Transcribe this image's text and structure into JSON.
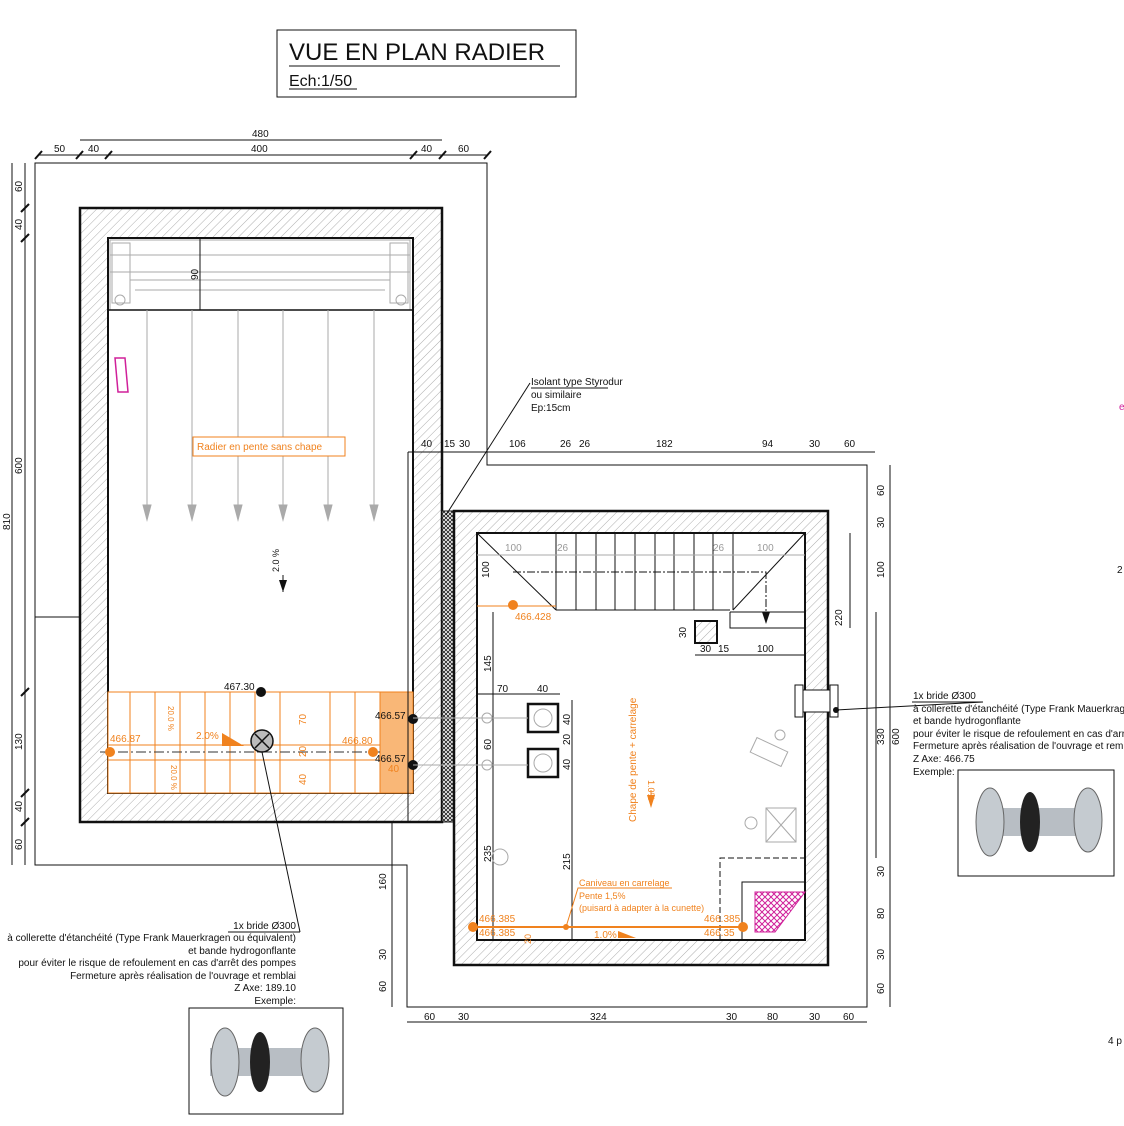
{
  "title": {
    "main": "VUE EN PLAN RADIER",
    "scale": "Ech:1/50"
  },
  "dims_top_left": {
    "total": "480",
    "parts": [
      "50",
      "40",
      "400",
      "40",
      "60"
    ]
  },
  "dims_left": {
    "total": "810",
    "parts": [
      "60",
      "40",
      "600",
      "130",
      "40",
      "60"
    ]
  },
  "dims_right_top": [
    "40",
    "15",
    "30",
    "106",
    "26",
    "26",
    "182",
    "94",
    "30",
    "60"
  ],
  "dims_right_side": [
    "60",
    "30",
    "100",
    "220",
    "330",
    "600",
    "30",
    "80",
    "30",
    "60"
  ],
  "dims_bottom": [
    "60",
    "30",
    "324",
    "30",
    "80",
    "30",
    "60"
  ],
  "dims_left_of_right": [
    "160",
    "30",
    "60"
  ],
  "dims_inner": {
    "pump_depth": "90",
    "stair_left": "100",
    "stair_26a": "26",
    "stair_26b": "26",
    "stair_right": "100",
    "stair_h": "100",
    "col_30v": "30",
    "col_30h": "30",
    "col_15": "15",
    "col_100": "100",
    "d145": "145",
    "d70": "70",
    "d40": "40",
    "d60": "60",
    "d40a": "40",
    "d20": "20",
    "d40b": "40",
    "d235": "235",
    "d215": "215",
    "d20b": "20",
    "sump70": "70",
    "sump20": "20",
    "sump40": "40",
    "sump40b": "40"
  },
  "levels": {
    "l467_30": "467.30",
    "l466_87": "466.87",
    "l466_80": "466.80",
    "l466_57a": "466.57",
    "l466_57b": "466.57",
    "l466_428": "466.428",
    "l466_385a": "466.385",
    "l466_385b": "466.385",
    "l466_385c": "466.385",
    "l466_35": "466.35"
  },
  "slopes": {
    "s20_left": "2.0 %",
    "s2_0": "2.0%",
    "s20a": "20.0 %",
    "s20b": "20.0 %",
    "s1_0": "1.0%",
    "chape_slope": "1.0%"
  },
  "labels": {
    "radier": "Radier en pente sans chape",
    "chape": "Chape de pente + carrelage",
    "caniveau": "Caniveau en carrelage",
    "pente": "Pente 1,5%",
    "puisard": "(puisard à adapter à la cunette)",
    "isolant": [
      "Isolant type Styrodur",
      "ou similaire",
      "Ep:15cm"
    ]
  },
  "note_left": {
    "title": "1x bride Ø300",
    "lines": [
      "à collerette d'étanchéité (Type Frank Mauerkragen ou équivalent)",
      "et bande hydrogonflante",
      "pour éviter le risque de refoulement en cas d'arrêt des pompes",
      "Fermeture après réalisation de l'ouvrage et remblai",
      "Z Axe: 189.10",
      "Exemple:"
    ]
  },
  "note_right": {
    "title": "1x bride Ø300",
    "lines": [
      "à collerette d'étanchéité (Type Frank Mauerkragen",
      "et bande hydrogonflante",
      "pour éviter le risque de refoulement en cas d'arrêt des pompes",
      "Fermeture après réalisation de l'ouvrage et remblai",
      "Z Axe: 466.75",
      "Exemple:"
    ]
  },
  "edge_fragments": [
    "e",
    "2",
    "4 p"
  ],
  "colors": {
    "orange": "#f0821e",
    "magenta": "#d0209a",
    "hatch": "#888888"
  }
}
